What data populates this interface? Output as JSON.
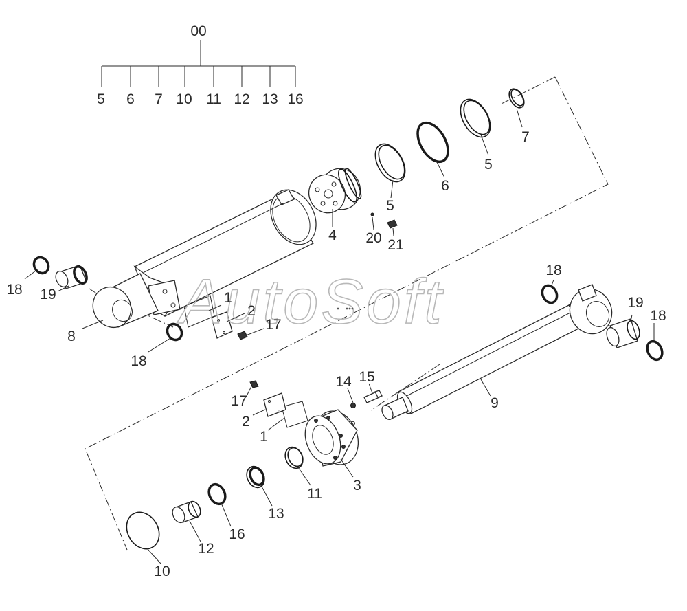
{
  "diagram": {
    "watermark": "AutoSoft",
    "kit": {
      "label": "00",
      "items": [
        "5",
        "6",
        "7",
        "10",
        "11",
        "12",
        "13",
        "16"
      ]
    },
    "callouts": [
      {
        "id": "c7",
        "text": "7"
      },
      {
        "id": "c5a",
        "text": "5"
      },
      {
        "id": "c6",
        "text": "6"
      },
      {
        "id": "c5b",
        "text": "5"
      },
      {
        "id": "c4",
        "text": "4"
      },
      {
        "id": "c20",
        "text": "20"
      },
      {
        "id": "c21",
        "text": "21"
      },
      {
        "id": "c18a",
        "text": "18"
      },
      {
        "id": "c19a",
        "text": "19"
      },
      {
        "id": "c8",
        "text": "8"
      },
      {
        "id": "c18b",
        "text": "18"
      },
      {
        "id": "c1a",
        "text": "1"
      },
      {
        "id": "c2a",
        "text": "2"
      },
      {
        "id": "c17a",
        "text": "17"
      },
      {
        "id": "c18c",
        "text": "18"
      },
      {
        "id": "c19b",
        "text": "19"
      },
      {
        "id": "c18d",
        "text": "18"
      },
      {
        "id": "c9",
        "text": "9"
      },
      {
        "id": "c15",
        "text": "15"
      },
      {
        "id": "c14",
        "text": "14"
      },
      {
        "id": "c17b",
        "text": "17"
      },
      {
        "id": "c2b",
        "text": "2"
      },
      {
        "id": "c1b",
        "text": "1"
      },
      {
        "id": "c3",
        "text": "3"
      },
      {
        "id": "c11",
        "text": "11"
      },
      {
        "id": "c13",
        "text": "13"
      },
      {
        "id": "c16",
        "text": "16"
      },
      {
        "id": "c12",
        "text": "12"
      },
      {
        "id": "c10",
        "text": "10"
      }
    ]
  }
}
